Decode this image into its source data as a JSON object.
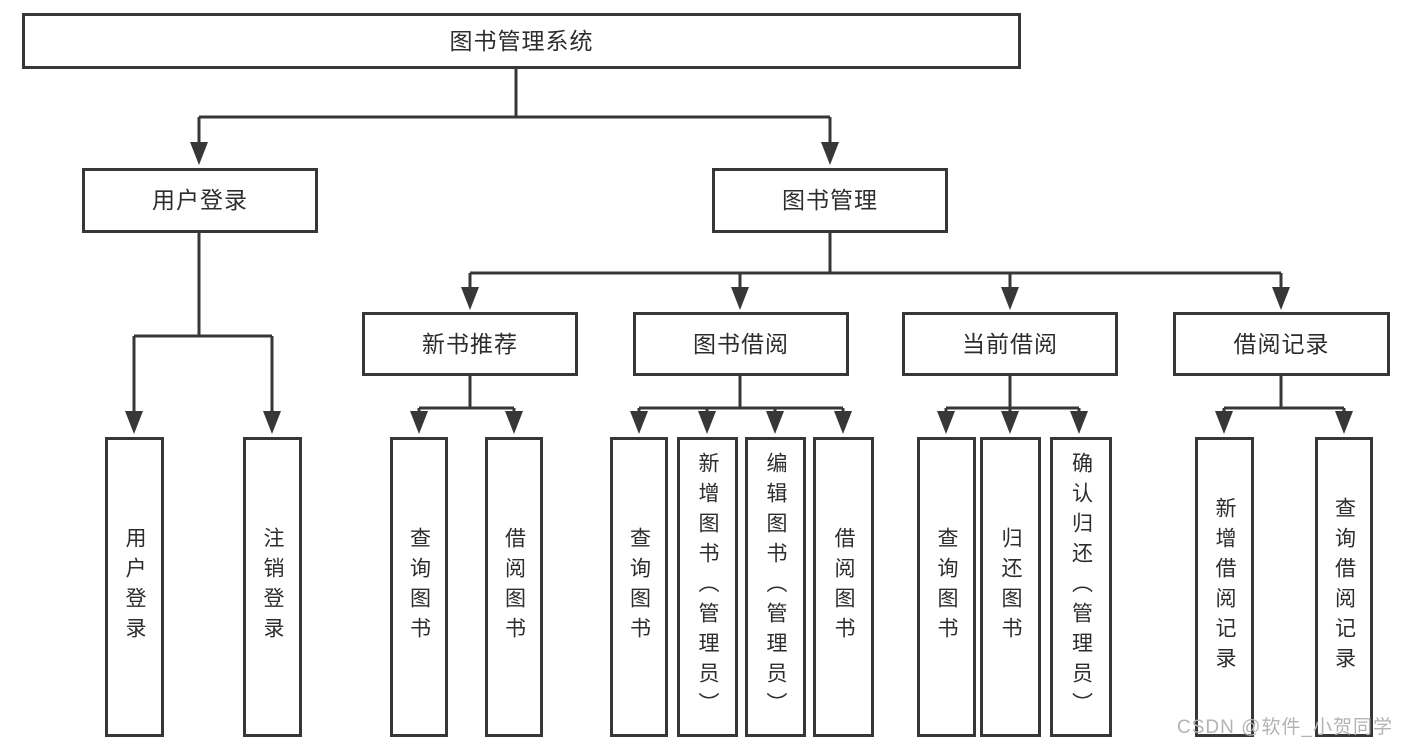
{
  "diagram": {
    "nodes": {
      "root": "图书管理系统",
      "user_login": "用户登录",
      "book_mgmt": "图书管理",
      "new_book_rec": "新书推荐",
      "book_borrow": "图书借阅",
      "current_borrow": "当前借阅",
      "borrow_records": "借阅记录",
      "leaves": {
        "user_login": [
          "用户登录",
          "注销登录"
        ],
        "new_book_rec": [
          "查询图书",
          "借阅图书"
        ],
        "book_borrow": [
          "查询图书",
          "新增图书（管理员）",
          "编辑图书（管理员）",
          "借阅图书"
        ],
        "current_borrow": [
          "查询图书",
          "归还图书",
          "确认归还（管理员）"
        ],
        "borrow_records": [
          "新增借阅记录",
          "查询借阅记录"
        ]
      }
    },
    "colors": {
      "line": "#373737",
      "text": "#2d2d2d",
      "box_background": "#ffffff",
      "watermark": "#b3b3b3"
    }
  },
  "watermark": "CSDN @软件_小贺同学"
}
